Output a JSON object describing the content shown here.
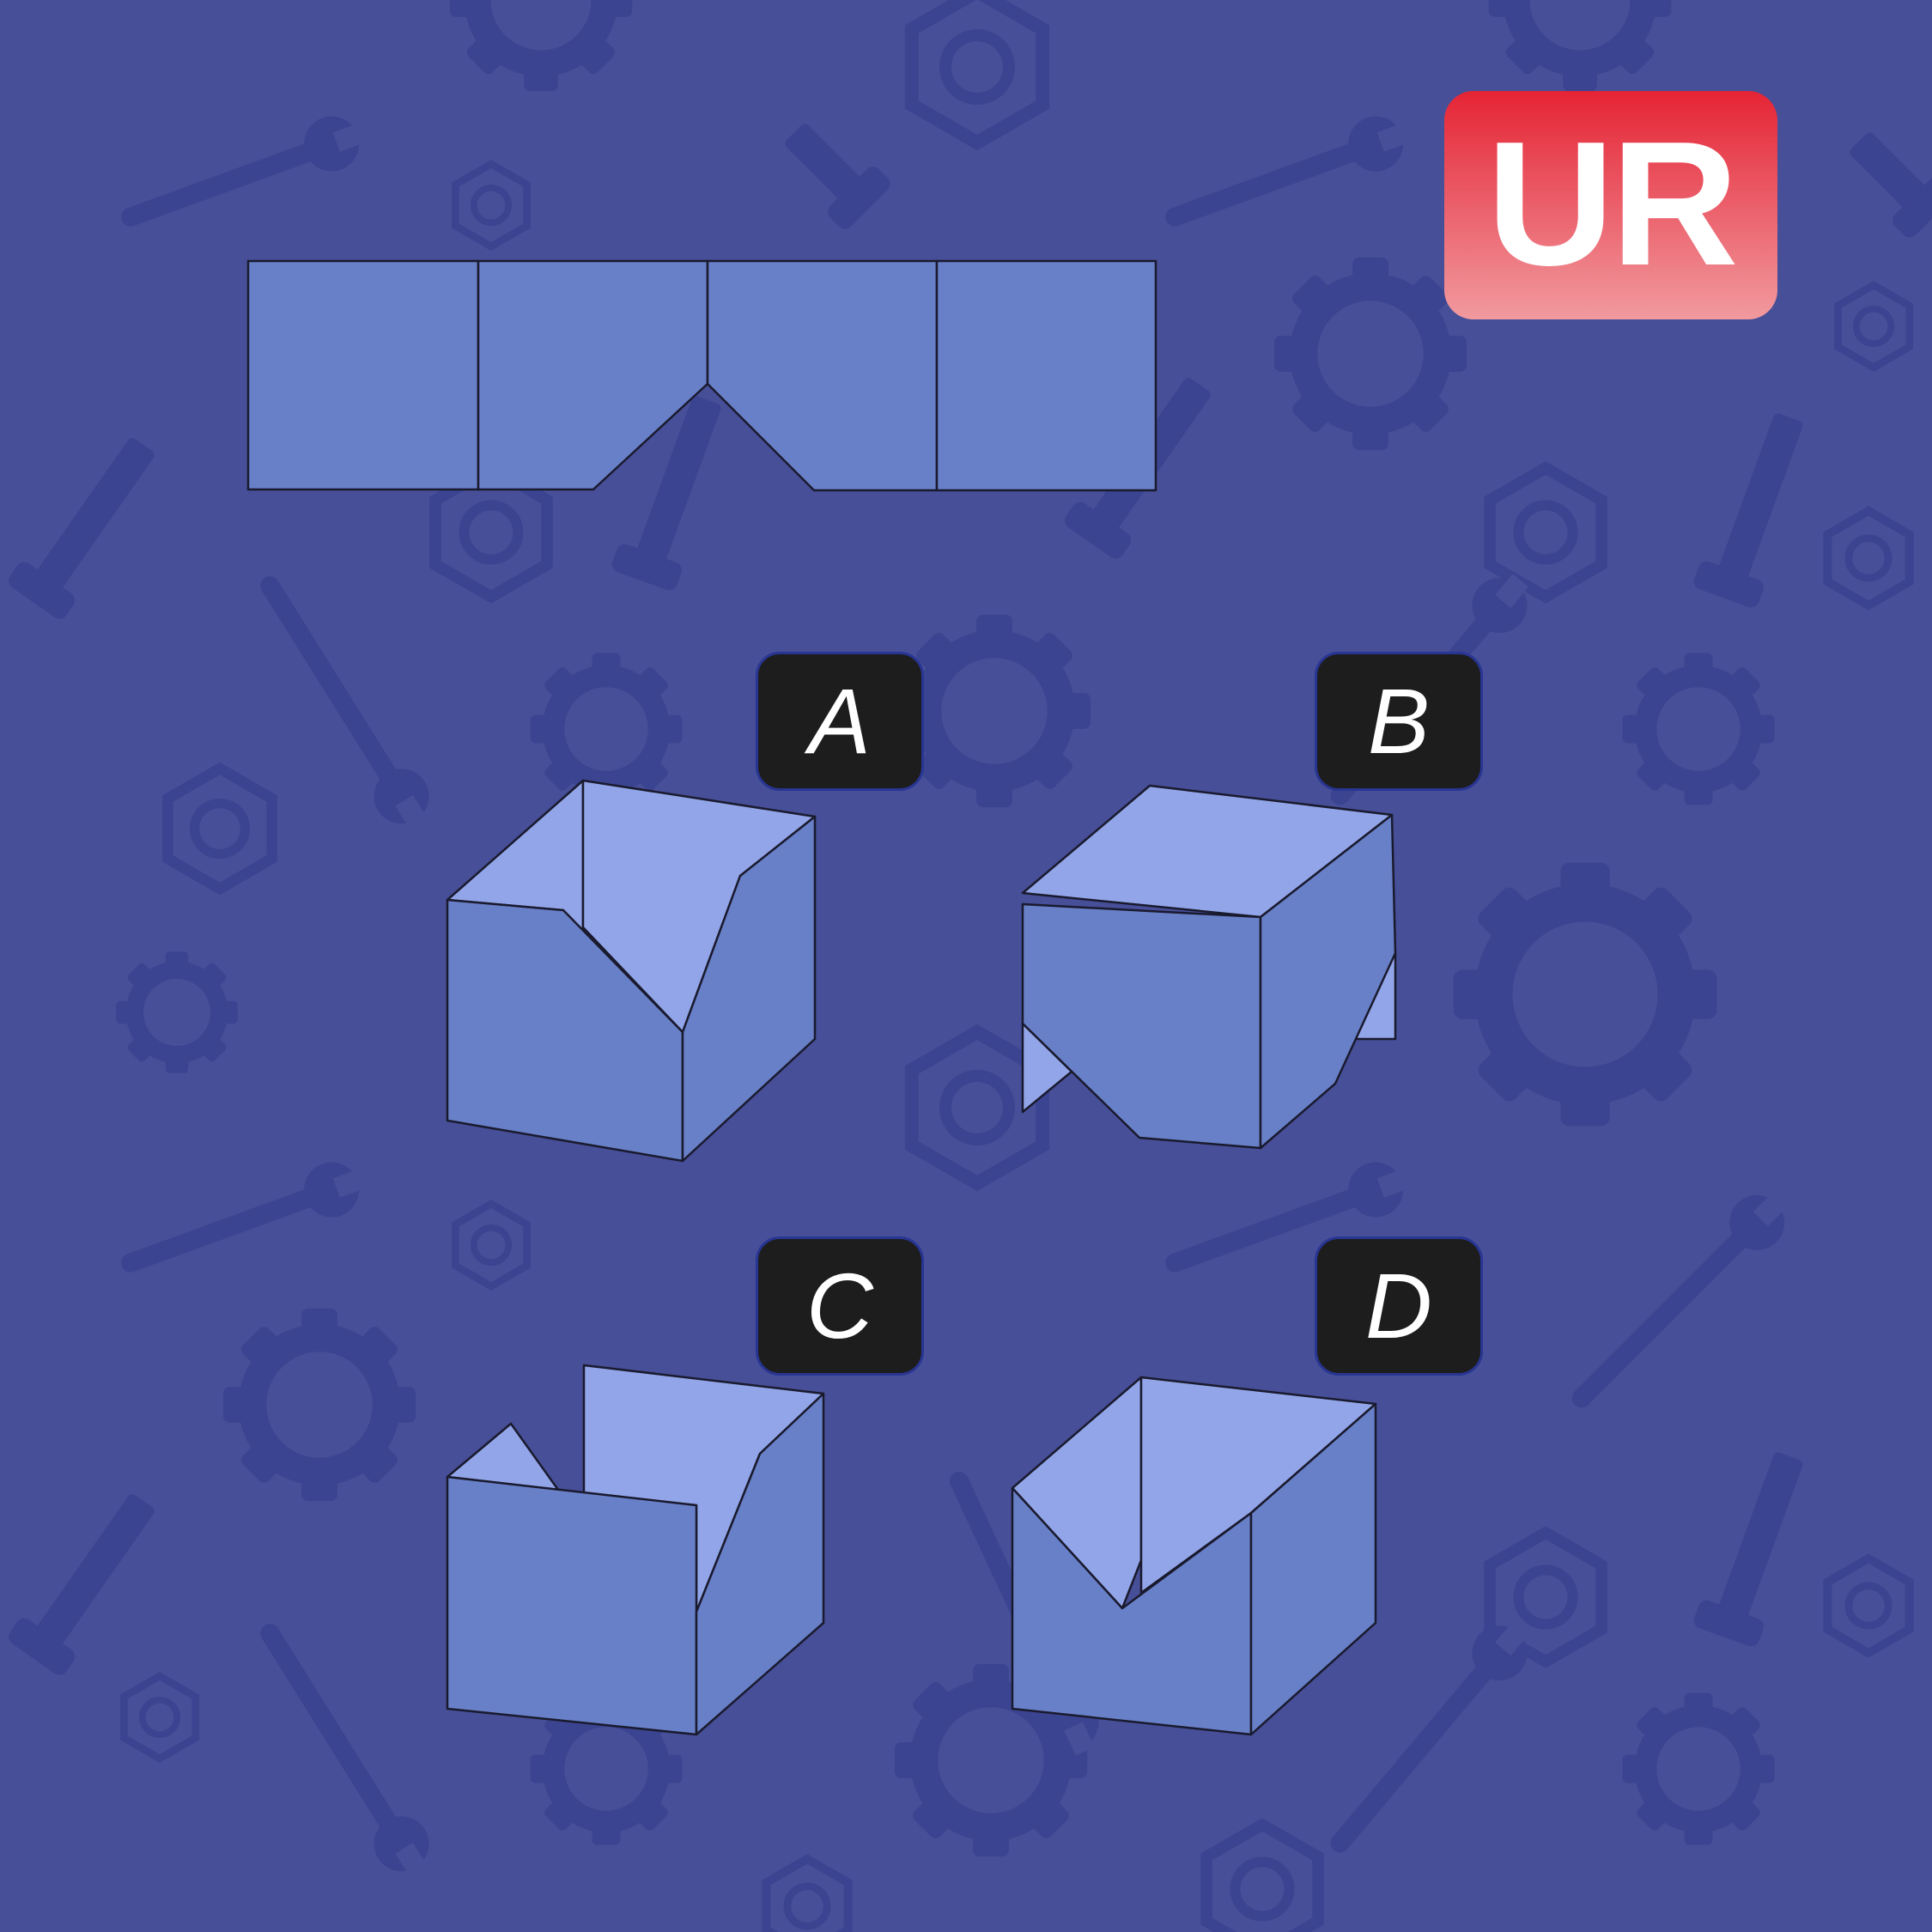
{
  "logo": {
    "text": "UR",
    "gradient_top": "#e52435",
    "gradient_bottom": "#f19a9f"
  },
  "colors": {
    "background": "#464f97",
    "background_pattern": "#3b4490",
    "face_front": "#6880c8",
    "face_inner": "#91a5e8",
    "outline": "#1a1a2e",
    "badge": "#1d1d1d"
  },
  "background_pattern_icons": [
    "gear-icon",
    "nut-icon",
    "wrench-icon",
    "bolt-icon"
  ],
  "options": [
    {
      "id": "A",
      "label": "A"
    },
    {
      "id": "B",
      "label": "B"
    },
    {
      "id": "C",
      "label": "C"
    },
    {
      "id": "D",
      "label": "D"
    }
  ]
}
